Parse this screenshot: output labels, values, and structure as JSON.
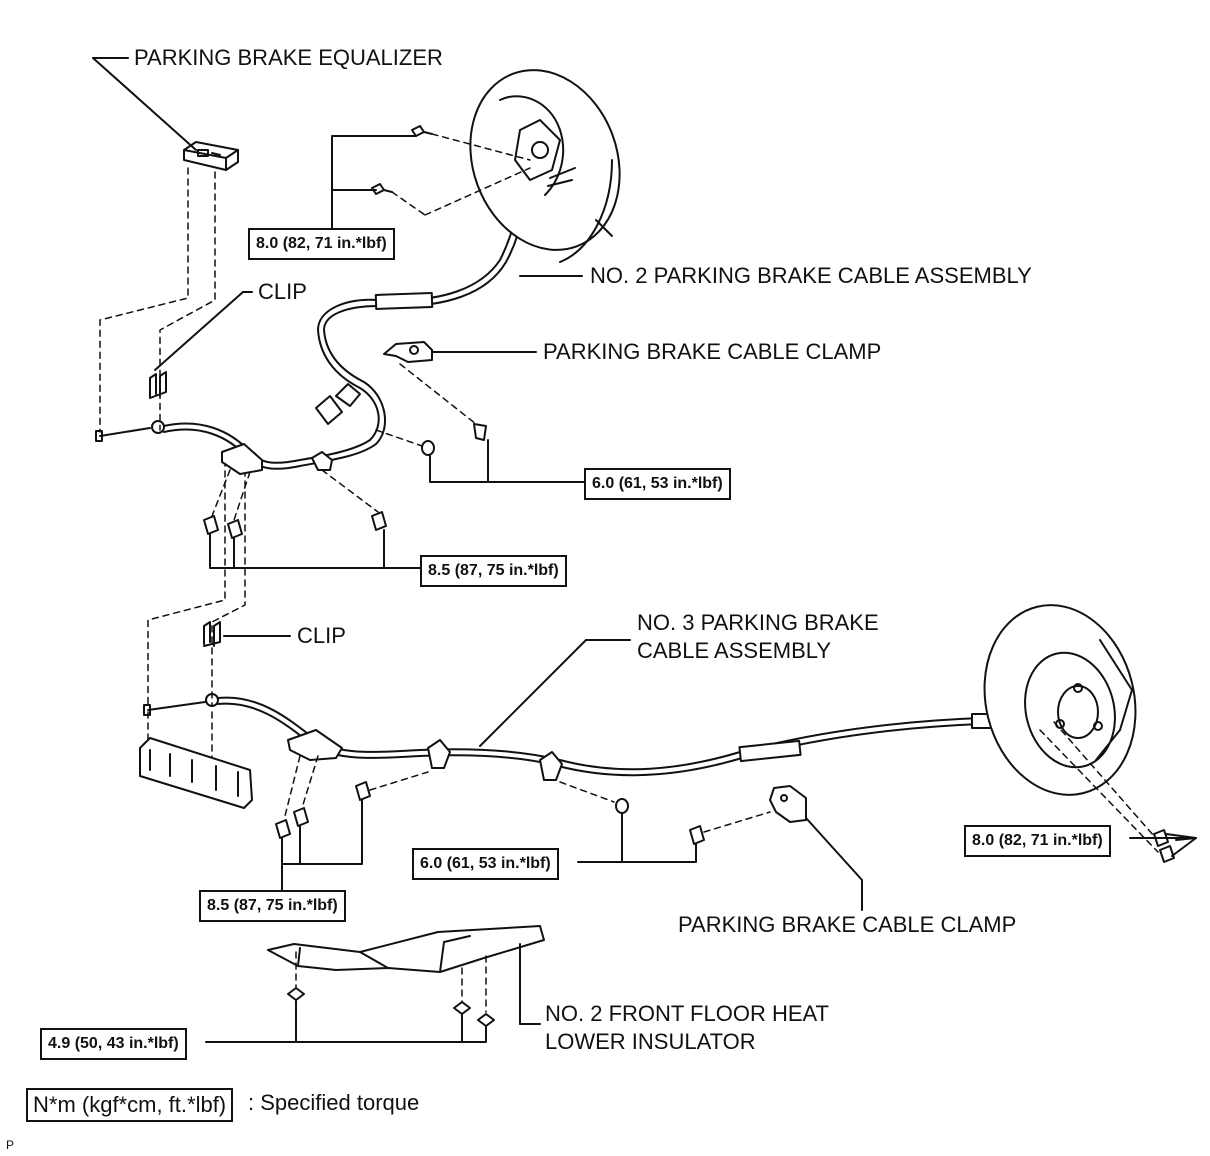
{
  "labels": {
    "equalizer": "PARKING BRAKE EQUALIZER",
    "clip_upper": "CLIP",
    "clip_lower": "CLIP",
    "no2_cable": "NO. 2 PARKING BRAKE CABLE ASSEMBLY",
    "clamp_upper": "PARKING BRAKE CABLE CLAMP",
    "no3_cable_line1": "NO. 3 PARKING BRAKE",
    "no3_cable_line2": "CABLE ASSEMBLY",
    "clamp_lower": "PARKING BRAKE CABLE CLAMP",
    "insulator_line1": "NO. 2 FRONT FLOOR HEAT",
    "insulator_line2": "LOWER INSULATOR"
  },
  "torques": {
    "t1": "8.0 (82, 71 in.*lbf)",
    "t2": "6.0 (61, 53 in.*lbf)",
    "t3": "8.5 (87, 75 in.*lbf)",
    "t4": "6.0 (61, 53 in.*lbf)",
    "t5": "8.0 (82, 71 in.*lbf)",
    "t6": "8.5 (87, 75 in.*lbf)",
    "t7": "4.9 (50, 43 in.*lbf)"
  },
  "legend": {
    "unit": "N*m (kgf*cm, ft.*lbf)",
    "text": ": Specified torque"
  },
  "corner_mark": "P"
}
